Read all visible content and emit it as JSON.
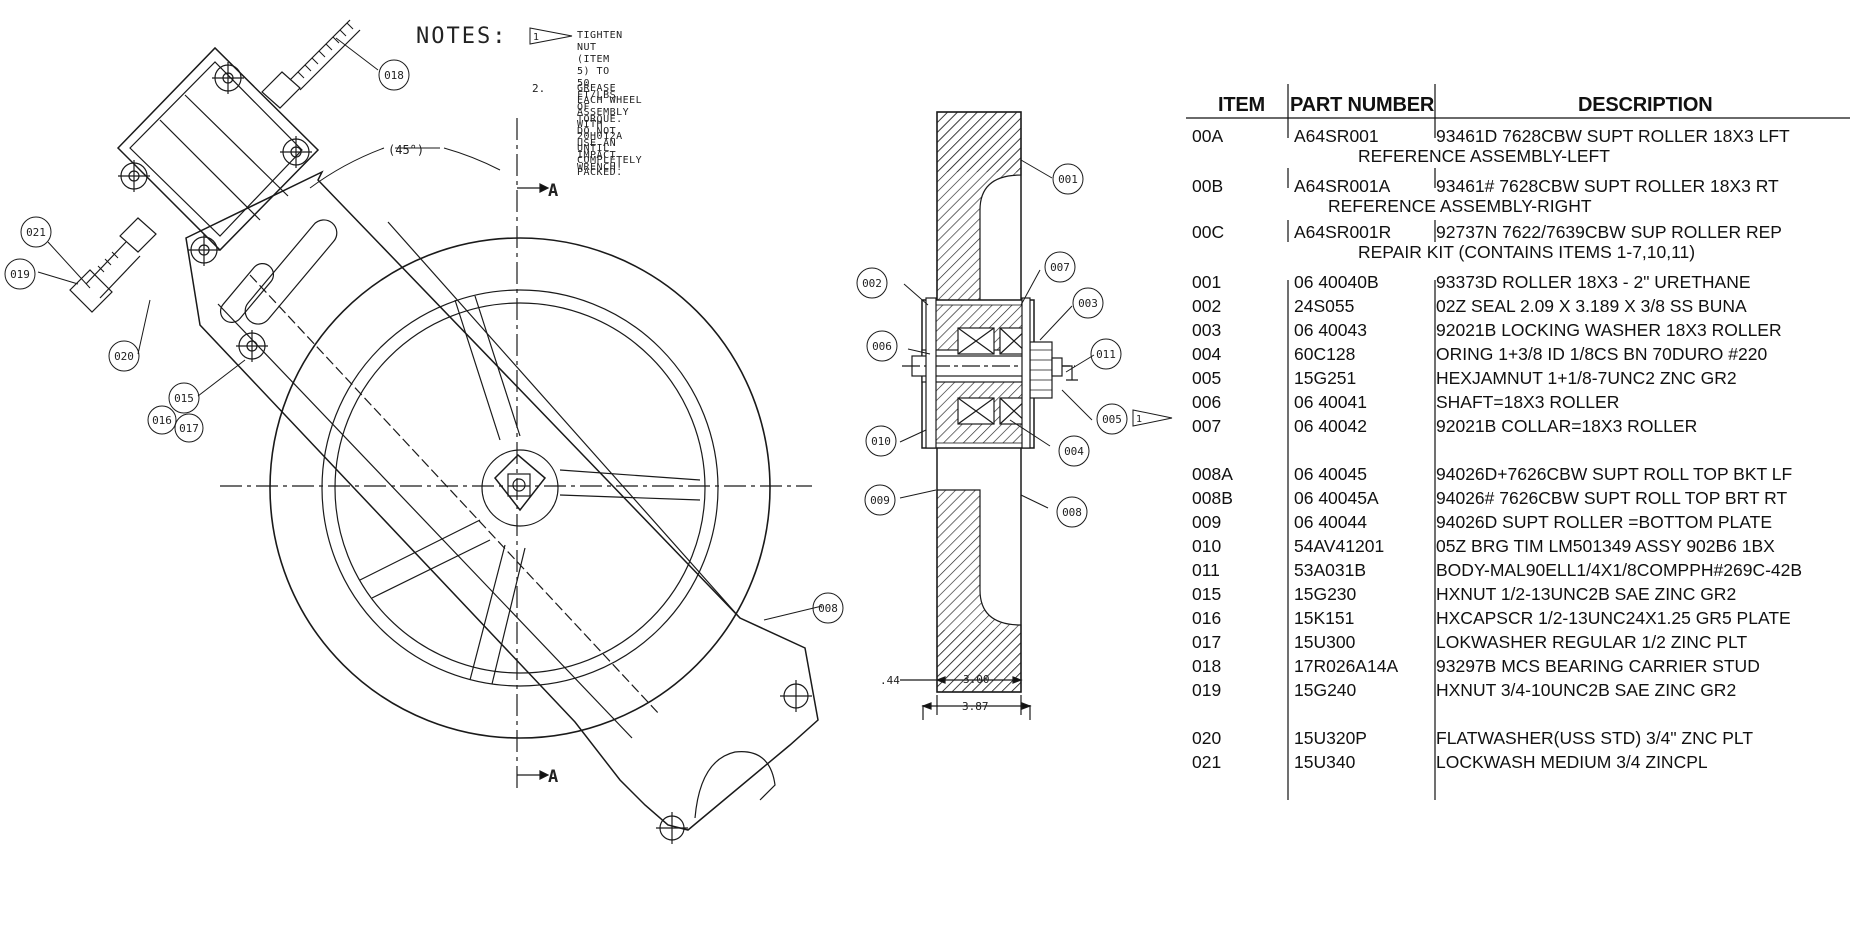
{
  "notes": {
    "heading": "NOTES:",
    "note1_flag": "1",
    "note1_line1": "TIGHTEN NUT (ITEM 5) TO 50 FT/LBS OF TORQUE.",
    "note1_line2": "DO NOT USE AN IMPACT WRENCH!",
    "note2_number": "2.",
    "note2_line1": "GREASE EACH WHEEL ASSEMBLY WITH 20H012A UNTIL",
    "note2_line2": "COMPLETELY PACKED."
  },
  "drawing_labels": {
    "angle": "(45°)",
    "section_mark": "A",
    "section_mark_bottom": "A",
    "dim_044": ".44",
    "dim_300": "3.00",
    "dim_387": "3.87",
    "flag_005": "1"
  },
  "balloons": {
    "b018": "018",
    "b021": "021",
    "b019": "019",
    "b020": "020",
    "b015": "015",
    "b016": "016",
    "b017": "017",
    "b008_left": "008",
    "b001": "001",
    "b007": "007",
    "b002": "002",
    "b003": "003",
    "b006": "006",
    "b011": "011",
    "b005": "005",
    "b010": "010",
    "b004": "004",
    "b009": "009",
    "b008_right": "008"
  },
  "parts_table": {
    "headers": {
      "item": "ITEM",
      "part_number": "PART NUMBER",
      "description": "DESCRIPTION"
    },
    "rows": [
      {
        "item": "00A",
        "part": "A64SR001",
        "desc": "93461D 7628CBW SUPT ROLLER 18X3 LFT",
        "cont": "REFERENCE ASSEMBLY-LEFT"
      },
      {
        "item": "00B",
        "part": "A64SR001A",
        "desc": "93461# 7628CBW SUPT ROLLER 18X3 RT",
        "cont": "REFERENCE ASSEMBLY-RIGHT"
      },
      {
        "item": "00C",
        "part": "A64SR001R",
        "desc": "92737N 7622/7639CBW SUP ROLLER REP",
        "cont": "REPAIR KIT (CONTAINS ITEMS 1-7,10,11)"
      },
      {
        "item": "001",
        "part": "06 40040B",
        "desc": "93373D ROLLER 18X3 - 2\" URETHANE"
      },
      {
        "item": "002",
        "part": "24S055",
        "desc": "02Z SEAL 2.09 X 3.189 X 3/8 SS BUNA"
      },
      {
        "item": "003",
        "part": "06 40043",
        "desc": "92021B LOCKING WASHER 18X3 ROLLER"
      },
      {
        "item": "004",
        "part": "60C128",
        "desc": "ORING 1+3/8 ID 1/8CS BN 70DURO #220"
      },
      {
        "item": "005",
        "part": "15G251",
        "desc": "HEXJAMNUT 1+1/8-7UNC2 ZNC GR2"
      },
      {
        "item": "006",
        "part": "06 40041",
        "desc": "SHAFT=18X3 ROLLER"
      },
      {
        "item": "007",
        "part": "06 40042",
        "desc": "92021B COLLAR=18X3 ROLLER"
      },
      {
        "item": "008A",
        "part": "06 40045",
        "desc": "94026D+7626CBW SUPT ROLL TOP BKT LF"
      },
      {
        "item": "008B",
        "part": "06 40045A",
        "desc": "94026# 7626CBW SUPT ROLL TOP BRT RT"
      },
      {
        "item": "009",
        "part": "06 40044",
        "desc": "94026D SUPT ROLLER =BOTTOM PLATE"
      },
      {
        "item": "010",
        "part": "54AV41201",
        "desc": "05Z BRG TIM LM501349 ASSY 902B6 1BX"
      },
      {
        "item": "011",
        "part": "53A031B",
        "desc": "BODY-MAL90ELL1/4X1/8COMPPH#269C-42B"
      },
      {
        "item": "015",
        "part": "15G230",
        "desc": "HXNUT 1/2-13UNC2B SAE ZINC GR2"
      },
      {
        "item": "016",
        "part": "15K151",
        "desc": "HXCAPSCR 1/2-13UNC24X1.25 GR5 PLATE"
      },
      {
        "item": "017",
        "part": "15U300",
        "desc": "LOKWASHER REGULAR 1/2 ZINC PLT"
      },
      {
        "item": "018",
        "part": "17R026A14A",
        "desc": "93297B MCS BEARING CARRIER STUD"
      },
      {
        "item": "019",
        "part": "15G240",
        "desc": "HXNUT 3/4-10UNC2B SAE ZINC GR2"
      },
      {
        "item": "020",
        "part": "15U320P",
        "desc": "FLATWASHER(USS STD) 3/4\" ZNC PLT"
      },
      {
        "item": "021",
        "part": "15U340",
        "desc": "LOCKWASH MEDIUM 3/4 ZINCPL"
      }
    ]
  },
  "colors": {
    "ink": "#111111",
    "paper": "#ffffff"
  }
}
